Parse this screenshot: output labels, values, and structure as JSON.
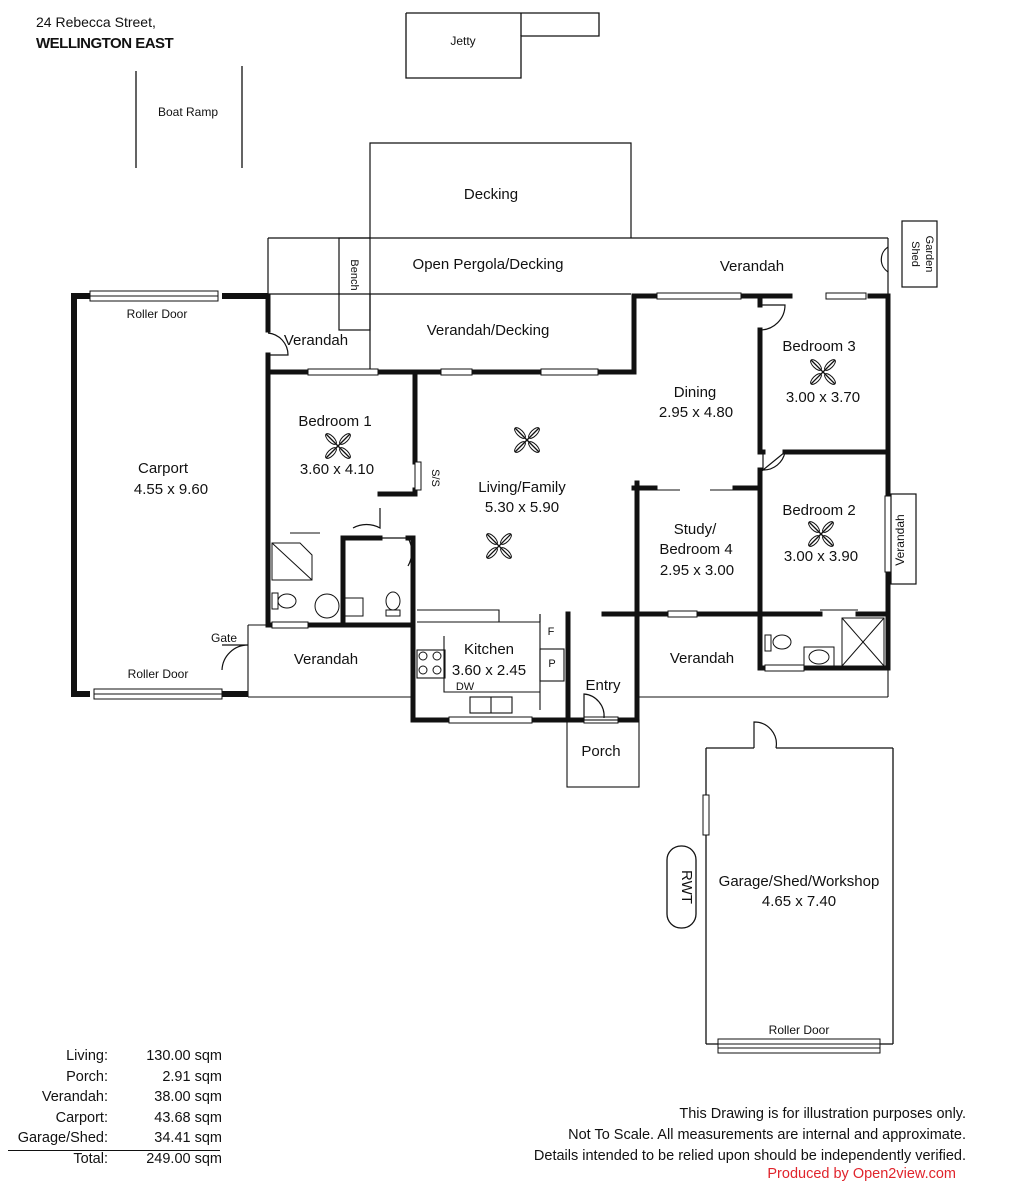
{
  "address": {
    "street": "24 Rebecca Street,",
    "suburb": "WELLINGTON EAST"
  },
  "labels": {
    "jetty": "Jetty",
    "boat_ramp": "Boat Ramp",
    "decking": "Decking",
    "open_pergola": "Open Pergola/Decking",
    "verandah_top": "Verandah",
    "bench": "Bench",
    "garden_shed": "Garden Shed",
    "garden": "Garden",
    "shed": "Shed",
    "roller_door": "Roller Door",
    "verandah_small": "Verandah",
    "verandah_decking": "Verandah/Decking",
    "carport": "Carport",
    "carport_dims": "4.55 x 9.60",
    "bedroom1": "Bedroom 1",
    "bedroom1_dims": "3.60 x 4.10",
    "ss": "S/S",
    "living": "Living/Family",
    "living_dims": "5.30 x 5.90",
    "dining": "Dining",
    "dining_dims": "2.95 x 4.80",
    "bedroom3": "Bedroom 3",
    "bedroom3_dims": "3.00 x 3.70",
    "bedroom2": "Bedroom 2",
    "bedroom2_dims": "3.00 x 3.90",
    "study": "Study/",
    "study2": "Bedroom 4",
    "study_dims": "2.95 x 3.00",
    "verandah_side": "Verandah",
    "gate": "Gate",
    "verandah_left": "Verandah",
    "kitchen": "Kitchen",
    "kitchen_dims": "3.60 x 2.45",
    "dw": "DW",
    "f": "F",
    "p": "P",
    "entry": "Entry",
    "porch": "Porch",
    "verandah_right": "Verandah",
    "garage": "Garage/Shed/Workshop",
    "garage_dims": "4.65 x 7.40",
    "rwt": "RWT"
  },
  "areas": [
    {
      "label": "Living:",
      "value": "130.00 sqm"
    },
    {
      "label": "Porch:",
      "value": "2.91 sqm"
    },
    {
      "label": "Verandah:",
      "value": "38.00 sqm"
    },
    {
      "label": "Carport:",
      "value": "43.68 sqm"
    },
    {
      "label": "Garage/Shed:",
      "value": "34.41 sqm"
    },
    {
      "label": "Total:",
      "value": "249.00 sqm"
    }
  ],
  "disclaimer": {
    "line1": "This Drawing is for illustration purposes only.",
    "line2": "Not To Scale. All measurements are internal and approximate.",
    "line3": "Details intended to be relied upon should be independently verified."
  },
  "credit": "Produced by Open2view.com",
  "colors": {
    "wall": "#111111",
    "credit": "#e0242c"
  }
}
